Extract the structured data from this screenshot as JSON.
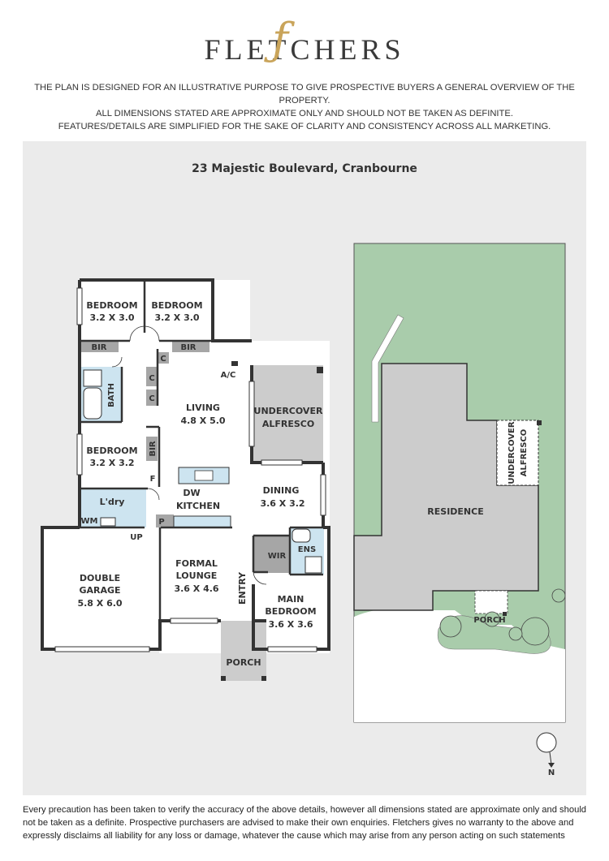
{
  "brand": {
    "name": "FLETCHERS",
    "colors": {
      "text": "#3a3a3a",
      "accent": "#c9a45a"
    }
  },
  "disclaimer_top": [
    "THE PLAN IS DESIGNED FOR AN ILLUSTRATIVE PURPOSE TO GIVE PROSPECTIVE BUYERS A GENERAL OVERVIEW OF THE PROPERTY.",
    "ALL DIMENSIONS STATED ARE APPROXIMATE ONLY AND SHOULD NOT BE TAKEN AS DEFINITE.",
    "FEATURES/DETAILS ARE SIMPLIFIED FOR THE SAKE OF CLARITY AND CONSISTENCY ACROSS ALL MARKETING."
  ],
  "address": "23 Majestic Boulevard, Cranbourne",
  "floor_plan": {
    "bedroom_1": {
      "name": "BEDROOM",
      "size": "3.2 X 3.0"
    },
    "bedroom_2": {
      "name": "BEDROOM",
      "size": "3.2 X 3.0"
    },
    "bedroom_3": {
      "name": "BEDROOM",
      "size": "3.2 X 3.2"
    },
    "living": {
      "name": "LIVING",
      "size": "4.8 X 5.0"
    },
    "alfresco": {
      "line1": "UNDERCOVER",
      "line2": "ALFRESCO"
    },
    "dining": {
      "name": "DINING",
      "size": "3.6 X 3.2"
    },
    "kitchen": {
      "dw": "DW",
      "name": "KITCHEN"
    },
    "laundry": "L'dry",
    "wm": "WM",
    "up": "UP",
    "bath": "BATH",
    "bir": "BIR",
    "cupboard": "C",
    "ac": "A/C",
    "f": "F",
    "p": "P",
    "garage": {
      "line1": "DOUBLE",
      "line2": "GARAGE",
      "size": "5.8 X 6.0"
    },
    "lounge": {
      "line1": "FORMAL",
      "line2": "LOUNGE",
      "size": "3.6 X 4.6"
    },
    "entry": "ENTRY",
    "wir": "WIR",
    "ens": "ENS",
    "main_bedroom": {
      "line1": "MAIN",
      "line2": "BEDROOM",
      "size": "3.6 X 3.6"
    },
    "porch": "PORCH"
  },
  "site_plan": {
    "residence": "RESIDENCE",
    "alfresco": {
      "line1": "UNDERCOVER",
      "line2": "ALFRESCO"
    },
    "porch": "PORCH",
    "north": "N"
  },
  "colors": {
    "panel": "#ebebeb",
    "wall": "#333333",
    "alfresco": "#cccccc",
    "wet_area": "#cde4f0",
    "bir": "#a6a6a6",
    "lawn": "#a9ccab",
    "residence": "#cccccc"
  },
  "disclaimer_bottom": "Every precaution has been taken to verify the accuracy of the above details, however all dimensions stated are approximate only and should not be taken as a definite. Prospective purchasers are advised to make their own enquiries. Fletchers gives no warranty to the above and expressly disclaims all liability for any loss or damage, whatever the cause which may arise from any person acting on such statements"
}
